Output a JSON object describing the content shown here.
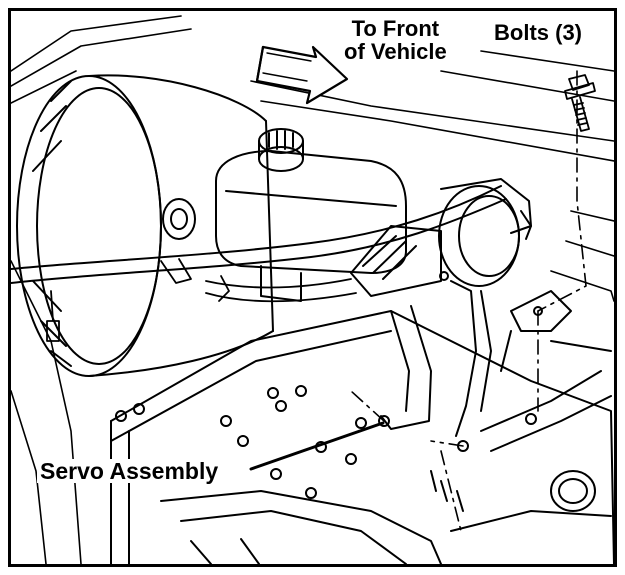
{
  "figure": {
    "callouts": {
      "front_line1": "To Front",
      "front_line2": "of Vehicle",
      "bolts": "Bolts (3)",
      "servo": "Servo Assembly"
    },
    "colors": {
      "ink": "#000000",
      "paper": "#ffffff"
    },
    "icons": {
      "direction_arrow": "arrow-right-icon",
      "bolt": "bolt-icon"
    }
  }
}
